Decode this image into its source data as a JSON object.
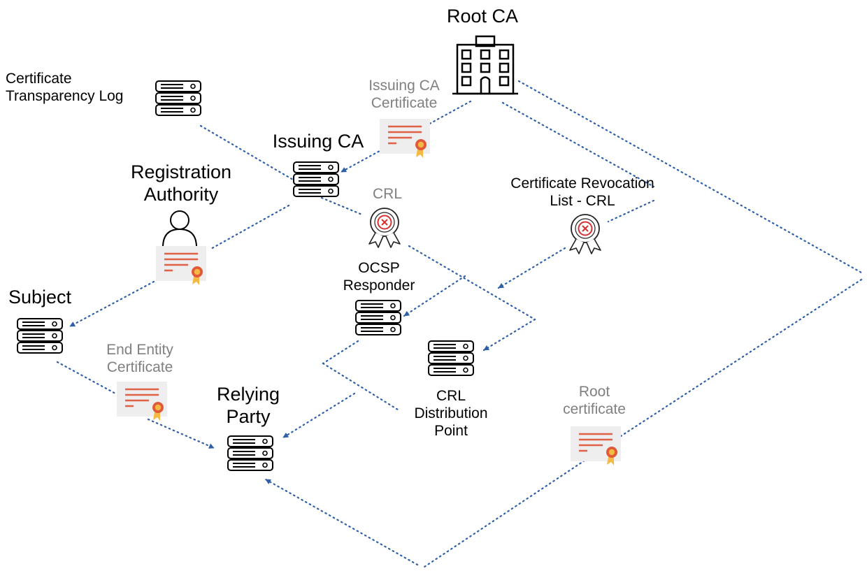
{
  "diagram": {
    "root_ca": "Root CA",
    "issuing_ca": "Issuing CA",
    "issuing_ca_certificate": "Issuing CA\nCertificate",
    "certificate_transparency_log": "Certificate\nTransparency Log",
    "registration_authority": "Registration\nAuthority",
    "crl": "CRL",
    "certificate_revocation_list": "Certificate Revocation\nList - CRL",
    "ocsp_responder": "OCSP\nResponder",
    "subject": "Subject",
    "end_entity_certificate": "End Entity\nCertificate",
    "relying_party": "Relying\nParty",
    "crl_distribution_point": "CRL\nDistribution\nPoint",
    "root_certificate": "Root\ncertificate"
  },
  "colors": {
    "connector": "#2e5fa8",
    "certificate_lines": "#e0604a",
    "certificate_background": "#eeeeee",
    "seal": "#e05a3a",
    "ribbon": "#f4b942",
    "revocation_mark": "#d93030",
    "label_primary": "#000000",
    "label_secondary": "#808080"
  },
  "icons": {
    "root_ca": "building-icon",
    "server": "server-icon",
    "certificate": "certificate-icon",
    "revocation": "revoked-badge-icon",
    "person": "person-icon"
  }
}
